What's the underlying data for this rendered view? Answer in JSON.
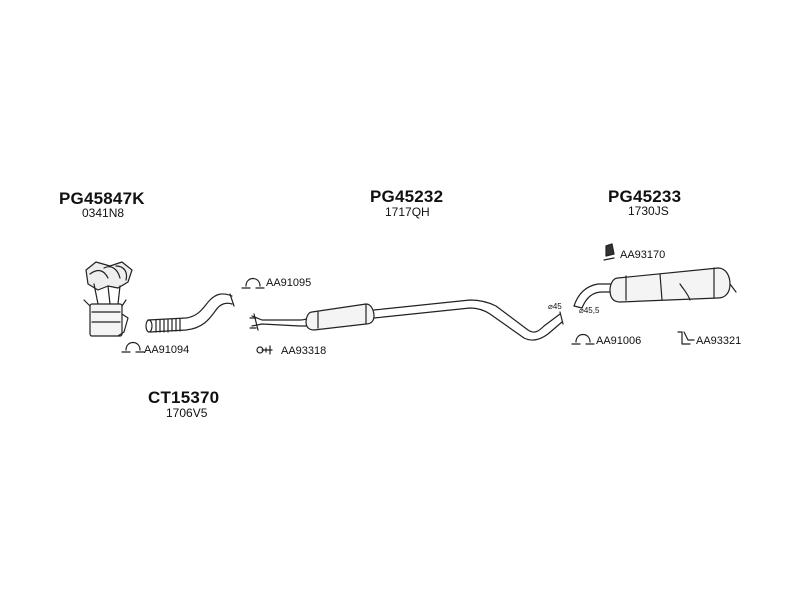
{
  "groups": [
    {
      "part_no": "PG45847K",
      "oem_no": "0341N8"
    },
    {
      "part_no": "PG45232",
      "oem_no": "1717QH"
    },
    {
      "part_no": "PG45233",
      "oem_no": "1730JS"
    },
    {
      "part_no": "CT15370",
      "oem_no": "1706V5"
    }
  ],
  "accessories": {
    "clamp_front": "AA91094",
    "clamp_mid": "AA91095",
    "hanger_mid": "AA93318",
    "bracket_rear": "AA93170",
    "clamp_rear": "AA91006",
    "rubber_rear": "AA93321"
  },
  "dimensions": {
    "diameter_mid": "⌀45",
    "diameter_rear": "⌀45,5"
  }
}
